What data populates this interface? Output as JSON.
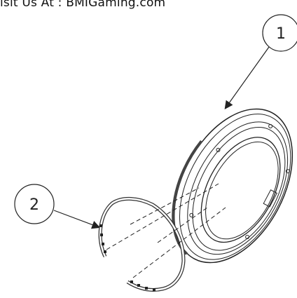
{
  "header": {
    "text": "isit Us At : BMIGaming.com"
  },
  "callouts": [
    {
      "label": "1"
    },
    {
      "label": "2"
    }
  ],
  "colors": {
    "line": "#222222",
    "background": "#ffffff"
  }
}
